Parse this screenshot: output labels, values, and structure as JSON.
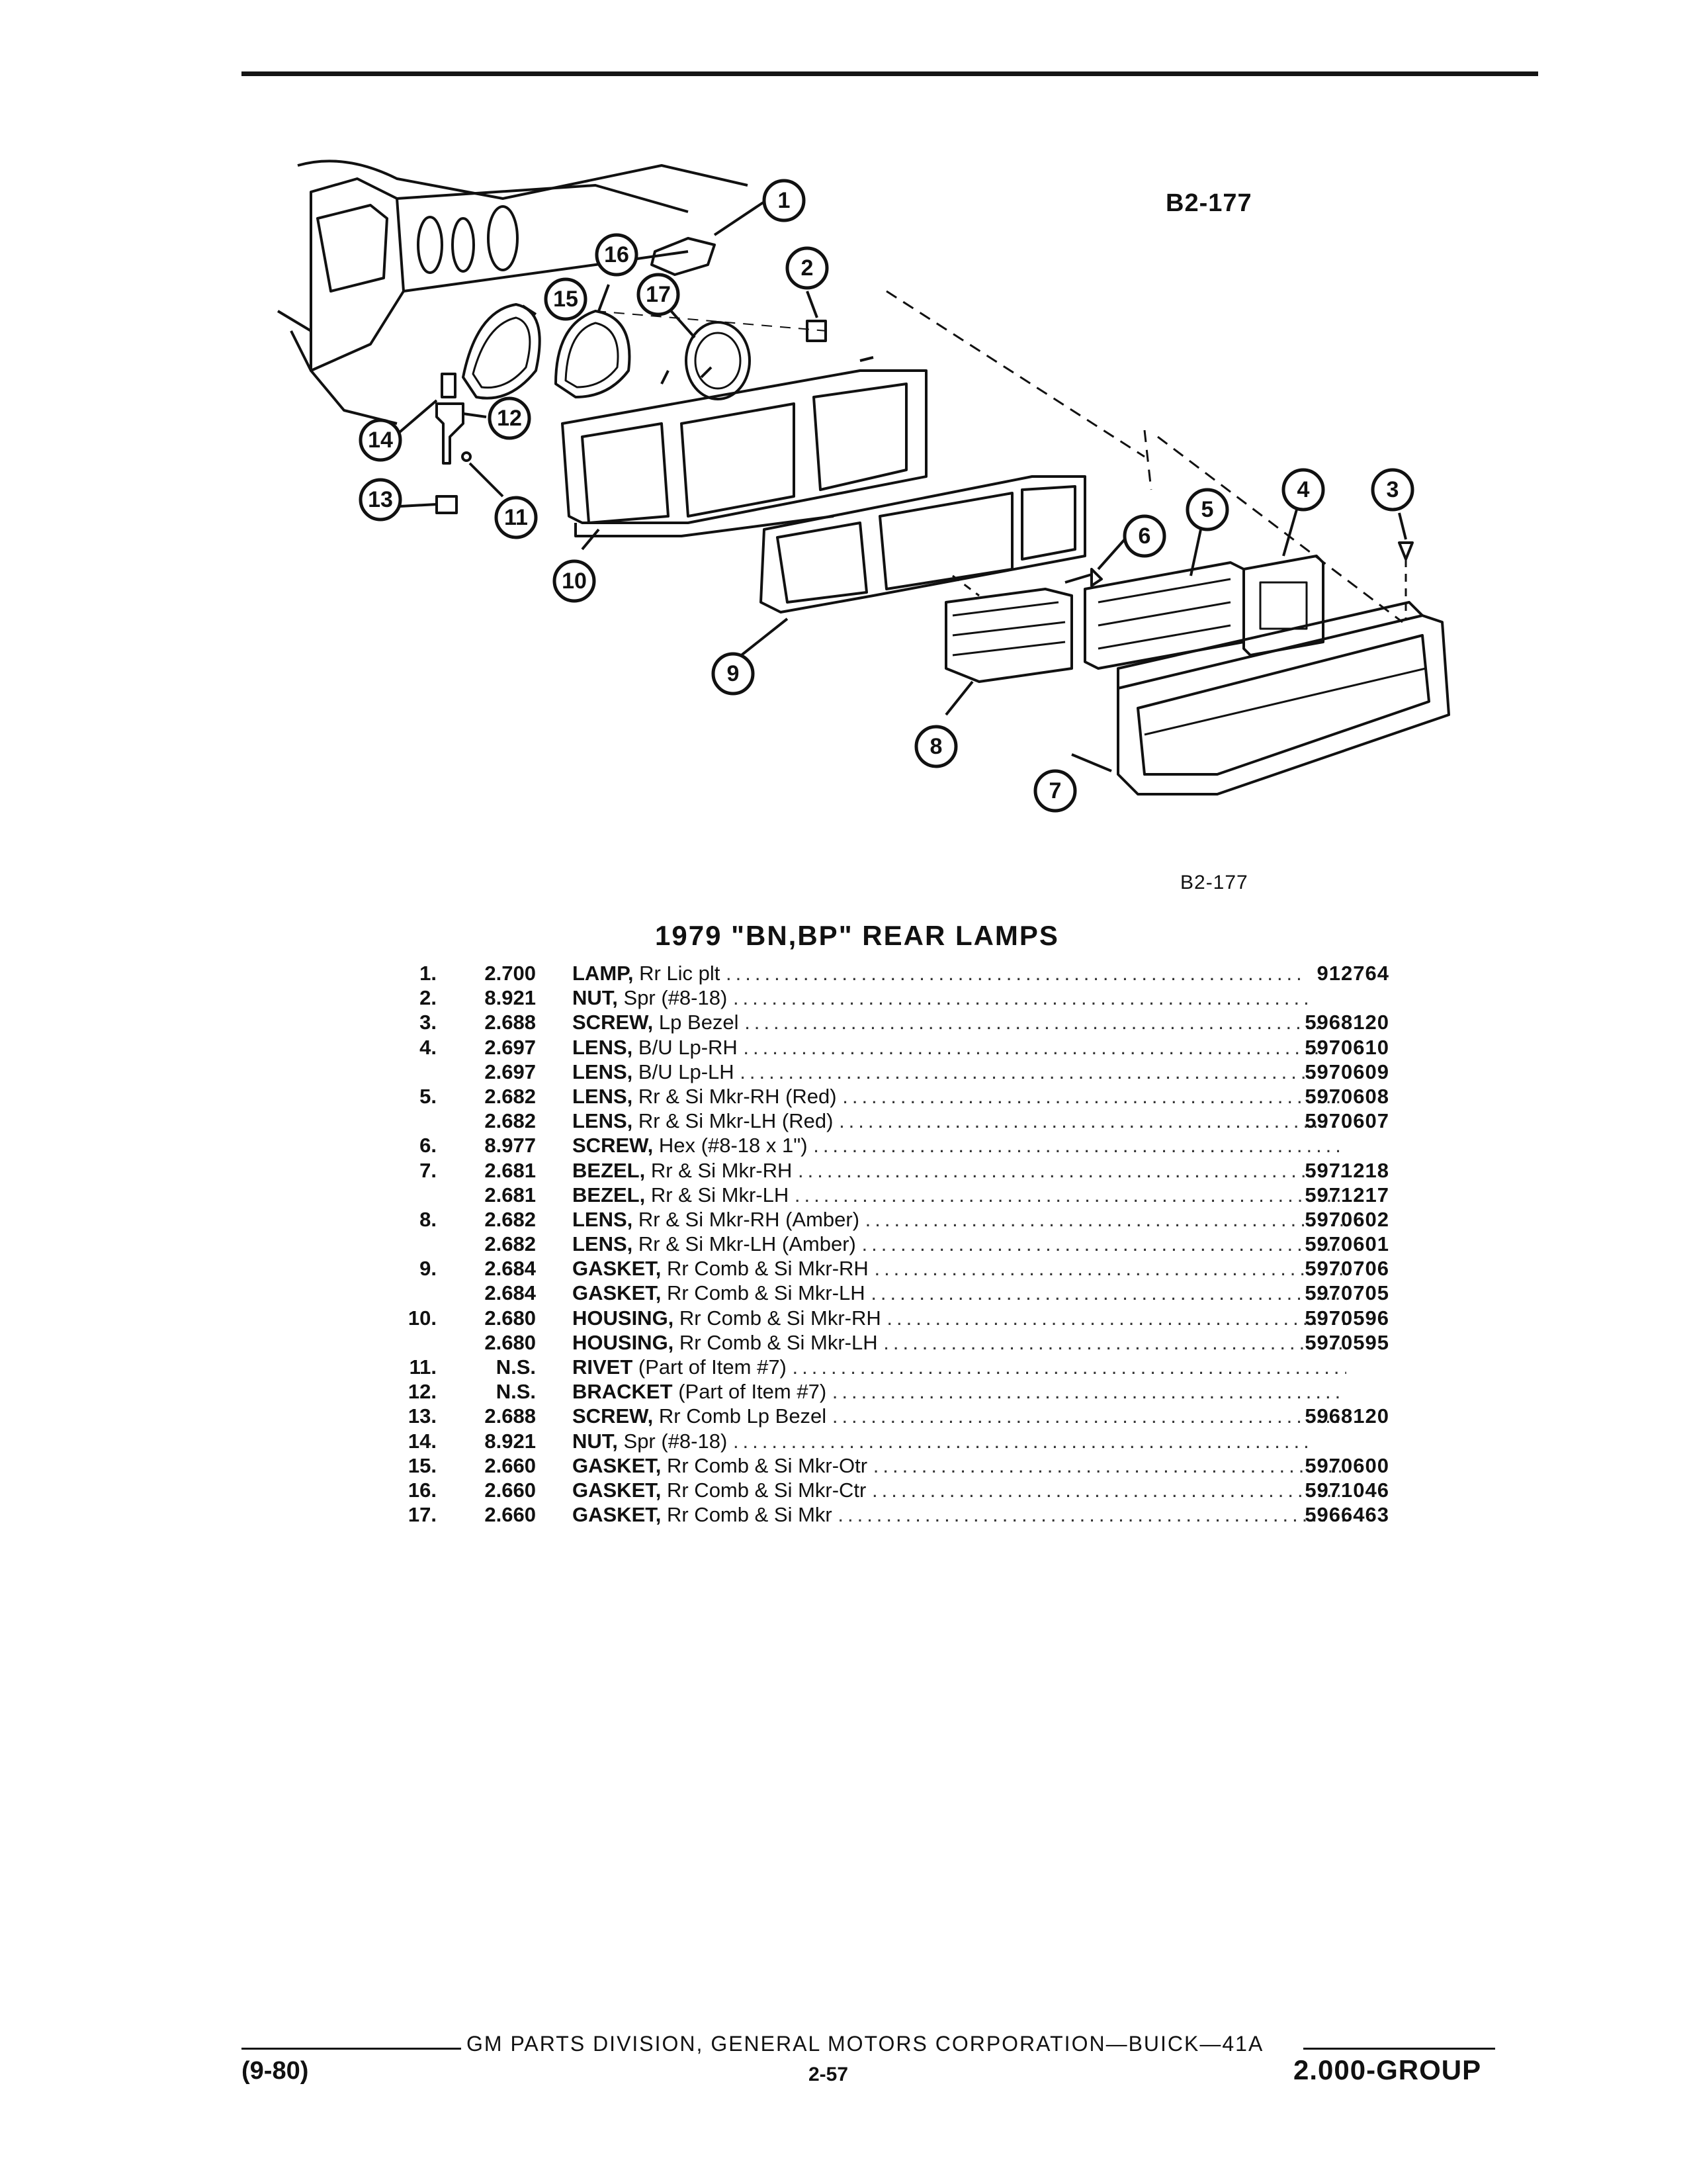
{
  "figure": {
    "label_top": "B2-177",
    "label_bottom": "B2-177",
    "callouts": [
      "1",
      "2",
      "3",
      "4",
      "5",
      "6",
      "7",
      "8",
      "9",
      "10",
      "11",
      "12",
      "13",
      "14",
      "15",
      "16",
      "17"
    ]
  },
  "section_title": "1979 \"BN,BP\" REAR LAMPS",
  "parts": [
    {
      "num": "1.",
      "group": "2.700",
      "name": "LAMP,",
      "desc": "Rr Lic plt",
      "part": "912764"
    },
    {
      "num": "2.",
      "group": "8.921",
      "name": "NUT,",
      "desc": "Spr (#8-18)",
      "part": ""
    },
    {
      "num": "3.",
      "group": "2.688",
      "name": "SCREW,",
      "desc": "Lp Bezel",
      "part": "5968120"
    },
    {
      "num": "4.",
      "group": "2.697",
      "name": "LENS,",
      "desc": "B/U Lp-RH",
      "part": "5970610"
    },
    {
      "num": "",
      "group": "2.697",
      "name": "LENS,",
      "desc": "B/U Lp-LH",
      "part": "5970609"
    },
    {
      "num": "5.",
      "group": "2.682",
      "name": "LENS,",
      "desc": "Rr & Si Mkr-RH (Red)",
      "part": "5970608"
    },
    {
      "num": "",
      "group": "2.682",
      "name": "LENS,",
      "desc": "Rr & Si Mkr-LH (Red)",
      "part": "5970607"
    },
    {
      "num": "6.",
      "group": "8.977",
      "name": "SCREW,",
      "desc": "Hex (#8-18 x 1\")",
      "part": ""
    },
    {
      "num": "7.",
      "group": "2.681",
      "name": "BEZEL,",
      "desc": "Rr & Si Mkr-RH",
      "part": "5971218"
    },
    {
      "num": "",
      "group": "2.681",
      "name": "BEZEL,",
      "desc": "Rr & Si Mkr-LH",
      "part": "5971217"
    },
    {
      "num": "8.",
      "group": "2.682",
      "name": "LENS,",
      "desc": "Rr & Si Mkr-RH (Amber)",
      "part": "5970602"
    },
    {
      "num": "",
      "group": "2.682",
      "name": "LENS,",
      "desc": "Rr & Si Mkr-LH (Amber)",
      "part": "5970601"
    },
    {
      "num": "9.",
      "group": "2.684",
      "name": "GASKET,",
      "desc": "Rr Comb & Si Mkr-RH",
      "part": "5970706"
    },
    {
      "num": "",
      "group": "2.684",
      "name": "GASKET,",
      "desc": "Rr Comb & Si Mkr-LH",
      "part": "5970705"
    },
    {
      "num": "10.",
      "group": "2.680",
      "name": "HOUSING,",
      "desc": "Rr Comb & Si Mkr-RH",
      "part": "5970596"
    },
    {
      "num": "",
      "group": "2.680",
      "name": "HOUSING,",
      "desc": "Rr Comb & Si Mkr-LH",
      "part": "5970595"
    },
    {
      "num": "11.",
      "group": "N.S.",
      "name": "RIVET",
      "desc": "(Part of Item #7)",
      "part": ""
    },
    {
      "num": "12.",
      "group": "N.S.",
      "name": "BRACKET",
      "desc": "(Part of Item #7)",
      "part": ""
    },
    {
      "num": "13.",
      "group": "2.688",
      "name": "SCREW,",
      "desc": "Rr Comb Lp Bezel",
      "part": "5968120"
    },
    {
      "num": "14.",
      "group": "8.921",
      "name": "NUT,",
      "desc": "Spr (#8-18)",
      "part": ""
    },
    {
      "num": "15.",
      "group": "2.660",
      "name": "GASKET,",
      "desc": "Rr Comb & Si Mkr-Otr",
      "part": "5970600"
    },
    {
      "num": "16.",
      "group": "2.660",
      "name": "GASKET,",
      "desc": "Rr Comb & Si Mkr-Ctr",
      "part": "5971046"
    },
    {
      "num": "17.",
      "group": "2.660",
      "name": "GASKET,",
      "desc": "Rr Comb & Si Mkr",
      "part": "5966463"
    }
  ],
  "footer": {
    "corporation": "GM PARTS DIVISION, GENERAL MOTORS CORPORATION—BUICK—41A",
    "date": "(9-80)",
    "page": "2-57",
    "group": "2.000-GROUP"
  }
}
